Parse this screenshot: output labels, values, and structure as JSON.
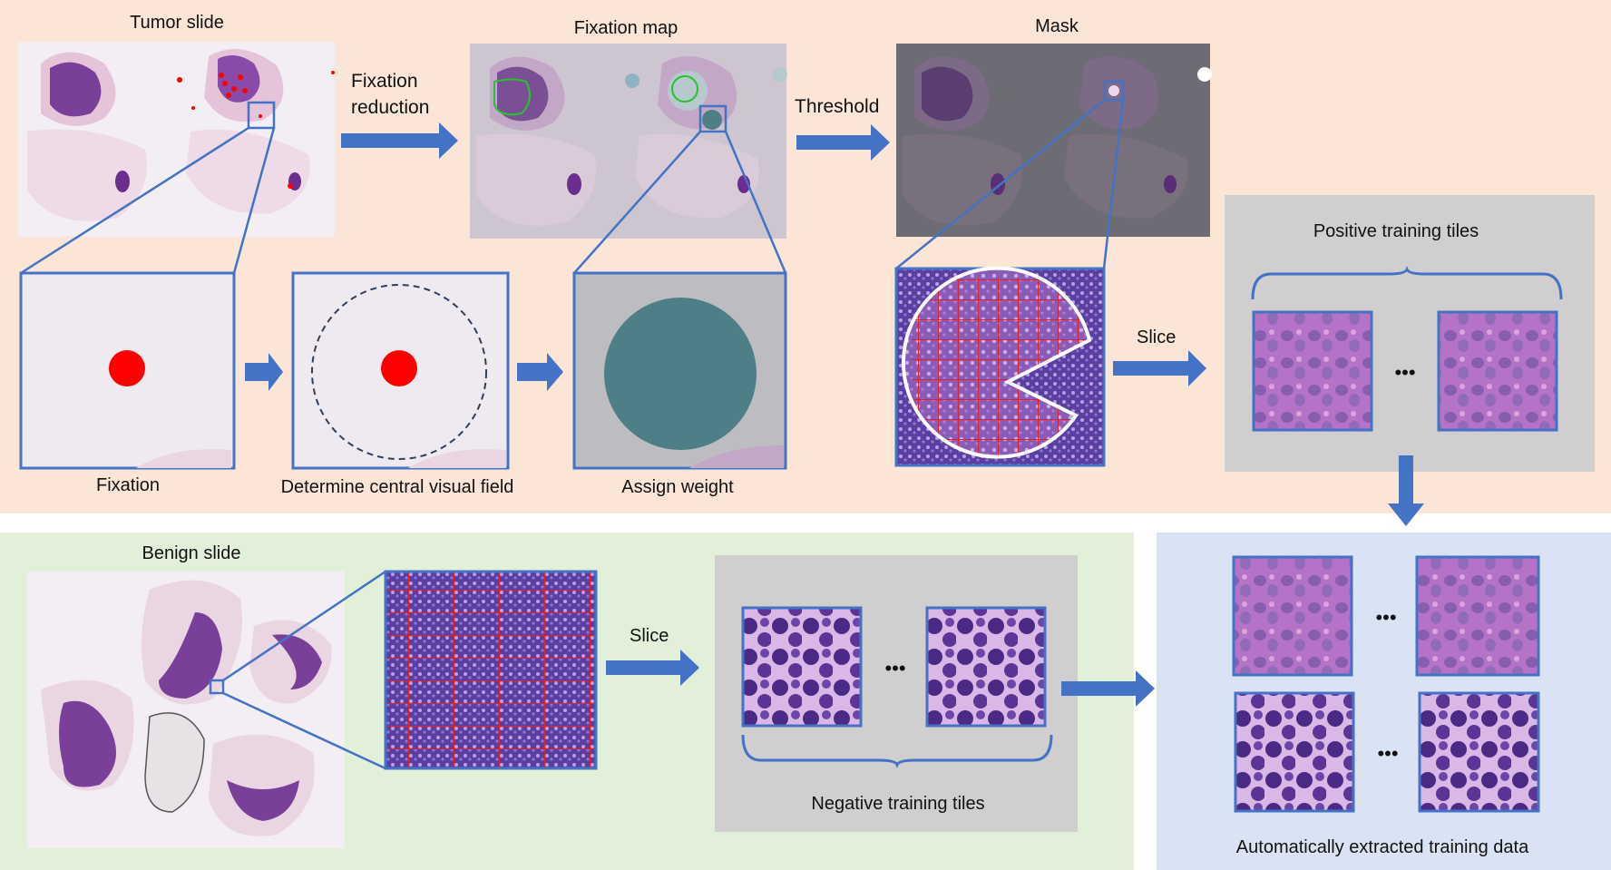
{
  "labels": {
    "tumor_slide": "Tumor slide",
    "fixation_map": "Fixation map",
    "mask": "Mask",
    "fixation_reduction_1": "Fixation",
    "fixation_reduction_2": "reduction",
    "threshold": "Threshold",
    "fixation": "Fixation",
    "central_visual_field": "Determine central visual field",
    "assign_weight": "Assign weight",
    "slice_top": "Slice",
    "positive_tiles": "Positive training tiles",
    "benign_slide": "Benign slide",
    "slice_bottom": "Slice",
    "negative_tiles": "Negative training tiles",
    "extracted_data": "Automatically extracted training data",
    "ellipsis": "•••"
  },
  "colors": {
    "tumor_panel_bg": "#fbe5d6",
    "benign_panel_bg": "#e2f0d9",
    "output_panel_bg": "#dae3f3",
    "tile_box_bg": "#d0cece",
    "arrow_blue": "#4472c4",
    "frame_blue": "#4472c4",
    "fixation_red": "#ff0000",
    "weight_teal": "#4f7f86",
    "grid_red": "#e0202a",
    "tissue_purple": "#7a3f98",
    "tissue_pink": "#e7bfd8"
  }
}
